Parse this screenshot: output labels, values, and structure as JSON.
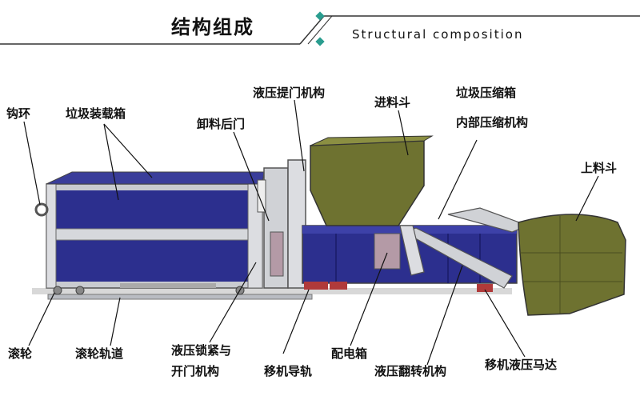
{
  "header": {
    "title": "结构组成",
    "subtitle": "Structural composition"
  },
  "labels": {
    "hook_ring": "钩环",
    "garbage_container": "垃圾装载箱",
    "unload_rear_door": "卸料后门",
    "hydraulic_door_lift": "液压提门机构",
    "feed_hopper": "进料斗",
    "inner_compress_line1": "垃圾压缩箱",
    "inner_compress_line2": "内部压缩机构",
    "loading_hopper": "上料斗",
    "roller": "滚轮",
    "roller_track": "滚轮轨道",
    "hydraulic_lock_line1": "液压锁紧与",
    "hydraulic_lock_line2": "开门机构",
    "shift_rail": "移机导轨",
    "electric_box": "配电箱",
    "hydraulic_flip": "液压翻转机构",
    "shift_hydraulic_motor": "移机液压马达"
  },
  "colors": {
    "container_blue": "#2c2f8e",
    "frame_gray": "#c9cbd0",
    "hopper_olive": "#6e7230",
    "accent_teal": "#2a9d8f",
    "motor_red": "#b03a3a"
  }
}
